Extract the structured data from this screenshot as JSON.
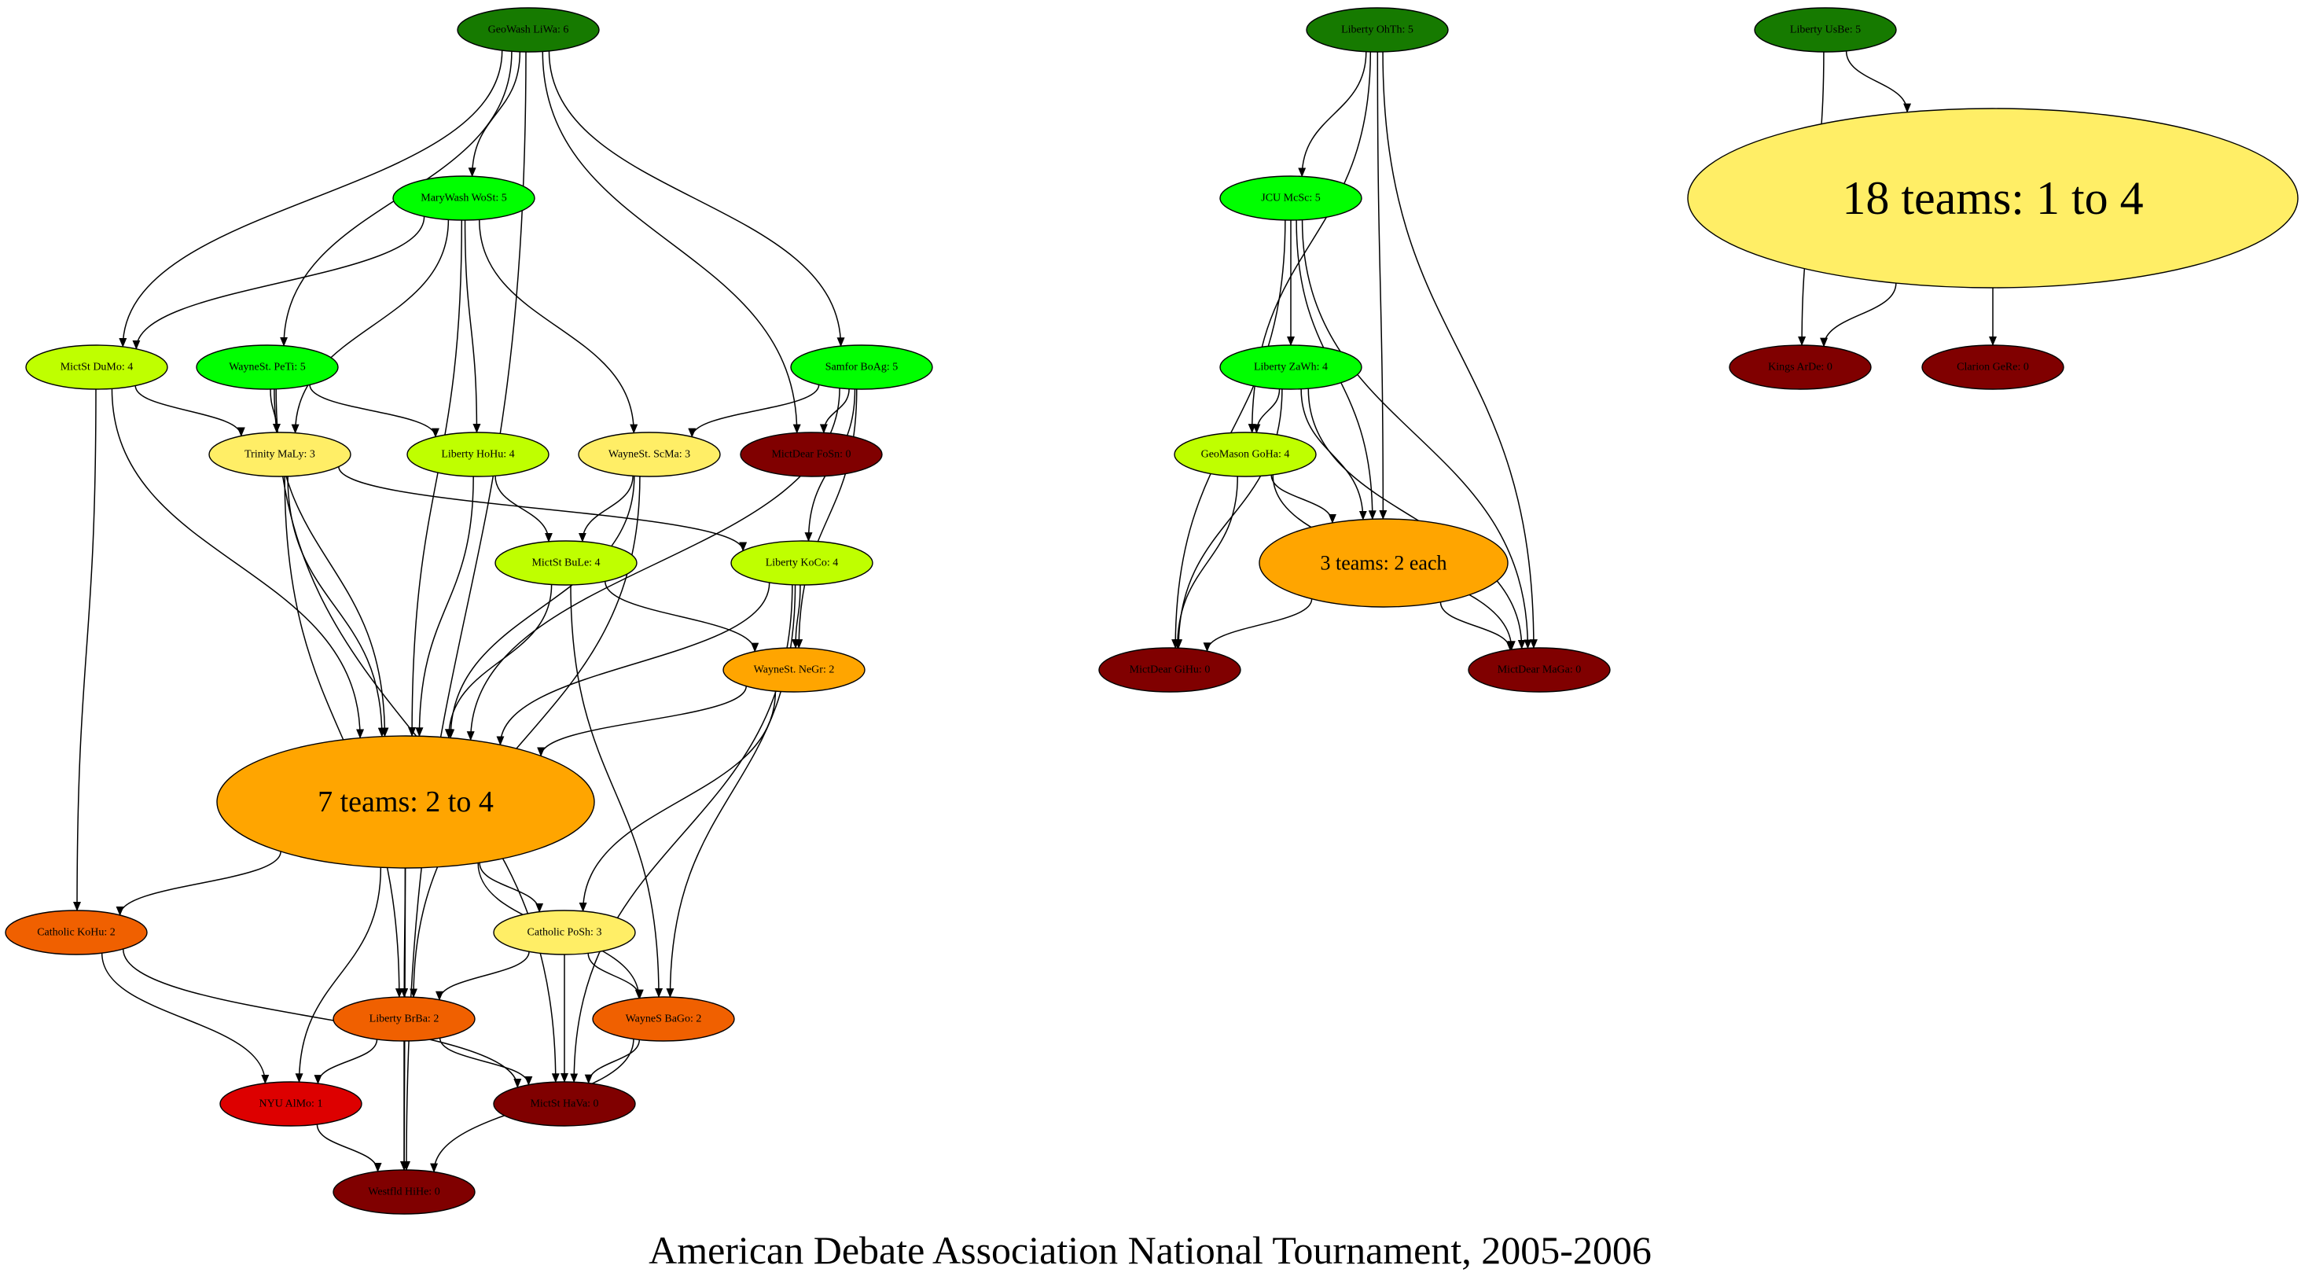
{
  "title": "American Debate Association National Tournament, 2005-2006",
  "colors": {
    "dark_green": "#167a00",
    "bright_green": "#00ff00",
    "yellow_green": "#bfff00",
    "yellow": "#ffee66",
    "orange": "#ffa500",
    "dark_orange": "#f06000",
    "red": "#dd0000",
    "dark_red": "#800000",
    "edge": "#000000"
  },
  "nodes": [
    {
      "id": "geowash",
      "label": "GeoWash LiWa: 6",
      "color": "dark_green"
    },
    {
      "id": "marywash",
      "label": "MaryWash WoSt: 5",
      "color": "bright_green"
    },
    {
      "id": "mictst_dumo",
      "label": "MictSt DuMo: 4",
      "color": "yellow_green"
    },
    {
      "id": "waynest_peti",
      "label": "WayneSt. PeTi: 5",
      "color": "bright_green"
    },
    {
      "id": "samfor",
      "label": "Samfor BoAg: 5",
      "color": "bright_green"
    },
    {
      "id": "trinity",
      "label": "Trinity MaLy: 3",
      "color": "yellow"
    },
    {
      "id": "liberty_hohu",
      "label": "Liberty HoHu: 4",
      "color": "yellow_green"
    },
    {
      "id": "waynest_scma",
      "label": "WayneSt. ScMa: 3",
      "color": "yellow"
    },
    {
      "id": "mictdear_fosn",
      "label": "MictDear FoSn: 0",
      "color": "dark_red"
    },
    {
      "id": "mictst_bule",
      "label": "MictSt BuLe: 4",
      "color": "yellow_green"
    },
    {
      "id": "liberty_koco",
      "label": "Liberty KoCo: 4",
      "color": "yellow_green"
    },
    {
      "id": "waynest_negr",
      "label": "WayneSt. NeGr: 2",
      "color": "orange"
    },
    {
      "id": "seven_teams",
      "label": "7 teams: 2 to 4",
      "color": "orange"
    },
    {
      "id": "catholic_kohu",
      "label": "Catholic KoHu: 2",
      "color": "dark_orange"
    },
    {
      "id": "catholic_posh",
      "label": "Catholic PoSh: 3",
      "color": "yellow"
    },
    {
      "id": "liberty_brba",
      "label": "Liberty BrBa: 2",
      "color": "dark_orange"
    },
    {
      "id": "waynes_bago",
      "label": "WayneS BaGo: 2",
      "color": "dark_orange"
    },
    {
      "id": "nyu",
      "label": "NYU AlMo: 1",
      "color": "red"
    },
    {
      "id": "mictst_hava",
      "label": "MictSt HaVa: 0",
      "color": "dark_red"
    },
    {
      "id": "westfld",
      "label": "Westfld HiHe: 0",
      "color": "dark_red"
    },
    {
      "id": "liberty_ohth",
      "label": "Liberty OhTh: 5",
      "color": "dark_green"
    },
    {
      "id": "jcu",
      "label": "JCU McSc: 5",
      "color": "bright_green"
    },
    {
      "id": "liberty_zawh",
      "label": "Liberty ZaWh: 4",
      "color": "bright_green"
    },
    {
      "id": "geomason",
      "label": "GeoMason GoHa: 4",
      "color": "yellow_green"
    },
    {
      "id": "three_teams",
      "label": "3 teams: 2 each",
      "color": "orange"
    },
    {
      "id": "mictdear_gihu",
      "label": "MictDear GiHu: 0",
      "color": "dark_red"
    },
    {
      "id": "mictdear_maga",
      "label": "MictDear MaGa: 0",
      "color": "dark_red"
    },
    {
      "id": "liberty_usbe",
      "label": "Liberty UsBe: 5",
      "color": "dark_green"
    },
    {
      "id": "eighteen_teams",
      "label": "18 teams: 1 to 4",
      "color": "yellow"
    },
    {
      "id": "kings",
      "label": "Kings ArDe: 0",
      "color": "dark_red"
    },
    {
      "id": "clarion",
      "label": "Clarion GeRe: 0",
      "color": "dark_red"
    }
  ],
  "edges": [
    [
      "geowash",
      "marywash"
    ],
    [
      "geowash",
      "mictst_dumo"
    ],
    [
      "geowash",
      "waynest_peti"
    ],
    [
      "geowash",
      "samfor"
    ],
    [
      "geowash",
      "mictdear_fosn"
    ],
    [
      "geowash",
      "westfld"
    ],
    [
      "marywash",
      "mictst_dumo"
    ],
    [
      "marywash",
      "trinity"
    ],
    [
      "marywash",
      "liberty_hohu"
    ],
    [
      "marywash",
      "waynest_scma"
    ],
    [
      "marywash",
      "seven_teams"
    ],
    [
      "mictst_dumo",
      "trinity"
    ],
    [
      "mictst_dumo",
      "seven_teams"
    ],
    [
      "mictst_dumo",
      "catholic_kohu"
    ],
    [
      "waynest_peti",
      "trinity"
    ],
    [
      "waynest_peti",
      "liberty_hohu"
    ],
    [
      "waynest_peti",
      "seven_teams"
    ],
    [
      "waynest_peti",
      "mictst_hava"
    ],
    [
      "samfor",
      "waynest_scma"
    ],
    [
      "samfor",
      "mictdear_fosn"
    ],
    [
      "samfor",
      "liberty_koco"
    ],
    [
      "samfor",
      "waynest_negr"
    ],
    [
      "samfor",
      "seven_teams"
    ],
    [
      "trinity",
      "liberty_koco"
    ],
    [
      "trinity",
      "seven_teams"
    ],
    [
      "trinity",
      "liberty_brba"
    ],
    [
      "liberty_hohu",
      "mictst_bule"
    ],
    [
      "liberty_hohu",
      "seven_teams"
    ],
    [
      "waynest_scma",
      "mictst_bule"
    ],
    [
      "waynest_scma",
      "seven_teams"
    ],
    [
      "waynest_scma",
      "liberty_brba"
    ],
    [
      "mictst_bule",
      "seven_teams"
    ],
    [
      "mictst_bule",
      "waynest_negr"
    ],
    [
      "mictst_bule",
      "waynes_bago"
    ],
    [
      "liberty_koco",
      "waynest_negr"
    ],
    [
      "liberty_koco",
      "seven_teams"
    ],
    [
      "liberty_koco",
      "waynes_bago"
    ],
    [
      "liberty_koco",
      "mictst_hava"
    ],
    [
      "waynest_negr",
      "seven_teams"
    ],
    [
      "waynest_negr",
      "catholic_posh"
    ],
    [
      "seven_teams",
      "catholic_kohu"
    ],
    [
      "seven_teams",
      "catholic_posh"
    ],
    [
      "seven_teams",
      "liberty_brba"
    ],
    [
      "seven_teams",
      "waynes_bago"
    ],
    [
      "seven_teams",
      "nyu"
    ],
    [
      "seven_teams",
      "westfld"
    ],
    [
      "catholic_kohu",
      "nyu"
    ],
    [
      "catholic_kohu",
      "mictst_hava"
    ],
    [
      "catholic_posh",
      "liberty_brba"
    ],
    [
      "catholic_posh",
      "waynes_bago"
    ],
    [
      "catholic_posh",
      "mictst_hava"
    ],
    [
      "liberty_brba",
      "nyu"
    ],
    [
      "liberty_brba",
      "mictst_hava"
    ],
    [
      "liberty_brba",
      "westfld"
    ],
    [
      "waynes_bago",
      "mictst_hava"
    ],
    [
      "waynes_bago",
      "westfld"
    ],
    [
      "nyu",
      "westfld"
    ],
    [
      "liberty_ohth",
      "jcu"
    ],
    [
      "liberty_ohth",
      "geomason"
    ],
    [
      "liberty_ohth",
      "three_teams"
    ],
    [
      "liberty_ohth",
      "mictdear_maga"
    ],
    [
      "jcu",
      "liberty_zawh"
    ],
    [
      "jcu",
      "three_teams"
    ],
    [
      "jcu",
      "mictdear_gihu"
    ],
    [
      "jcu",
      "mictdear_maga"
    ],
    [
      "liberty_zawh",
      "geomason"
    ],
    [
      "liberty_zawh",
      "three_teams"
    ],
    [
      "liberty_zawh",
      "mictdear_gihu"
    ],
    [
      "liberty_zawh",
      "mictdear_maga"
    ],
    [
      "geomason",
      "three_teams"
    ],
    [
      "geomason",
      "mictdear_gihu"
    ],
    [
      "geomason",
      "mictdear_maga"
    ],
    [
      "three_teams",
      "mictdear_gihu"
    ],
    [
      "three_teams",
      "mictdear_maga"
    ],
    [
      "liberty_usbe",
      "eighteen_teams"
    ],
    [
      "liberty_usbe",
      "kings"
    ],
    [
      "eighteen_teams",
      "kings"
    ],
    [
      "eighteen_teams",
      "clarion"
    ]
  ]
}
